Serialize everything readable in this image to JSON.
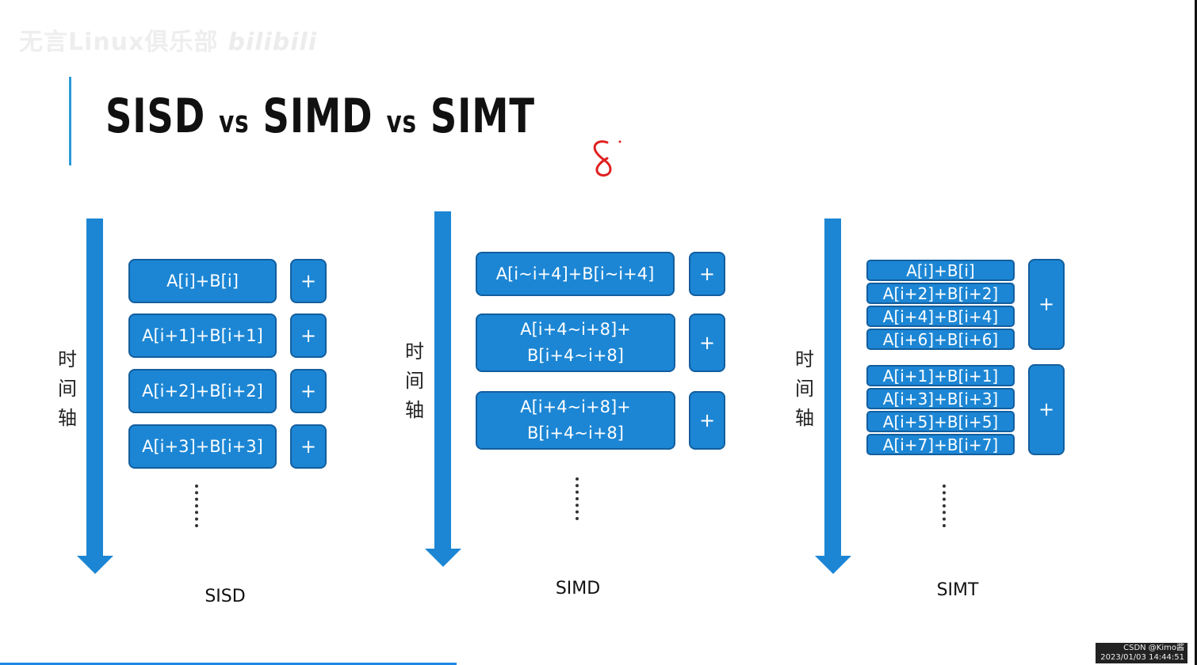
{
  "watermark": {
    "text": "无言Linux俱乐部",
    "brand": "bilibili"
  },
  "slide": {
    "title_parts": [
      "SISD",
      "vs",
      "SIMD",
      "vs",
      "SIMT"
    ],
    "accent_color": "#2d9ad9",
    "box_color": "#1c86d4",
    "arrow_color": "#1c86d4"
  },
  "sisd": {
    "axis_label": "时间轴",
    "name": "SISD",
    "rows": [
      {
        "expr": "A[i]+B[i]",
        "op": "+"
      },
      {
        "expr": "A[i+1]+B[i+1]",
        "op": "+"
      },
      {
        "expr": "A[i+2]+B[i+2]",
        "op": "+"
      },
      {
        "expr": "A[i+3]+B[i+3]",
        "op": "+"
      }
    ]
  },
  "simd": {
    "axis_label": "时间轴",
    "name": "SIMD",
    "rows": [
      {
        "expr": "A[i~i+4]+B[i~i+4]",
        "op": "+"
      },
      {
        "expr": "A[i+4~i+8]+\nB[i+4~i+8]",
        "op": "+"
      },
      {
        "expr": "A[i+4~i+8]+\nB[i+4~i+8]",
        "op": "+"
      }
    ]
  },
  "simt": {
    "axis_label": "时间轴",
    "name": "SIMT",
    "groups": [
      {
        "op": "+",
        "exprs": [
          "A[i]+B[i]",
          "A[i+2]+B[i+2]",
          "A[i+4]+B[i+4]",
          "A[i+6]+B[i+6]"
        ]
      },
      {
        "op": "+",
        "exprs": [
          "A[i+1]+B[i+1]",
          "A[i+3]+B[i+3]",
          "A[i+5]+B[i+5]",
          "A[i+7]+B[i+7]"
        ]
      }
    ]
  },
  "credit": {
    "line1": "CSDN @Kimo酱",
    "line2": "2023/01/03 14:44:51"
  }
}
